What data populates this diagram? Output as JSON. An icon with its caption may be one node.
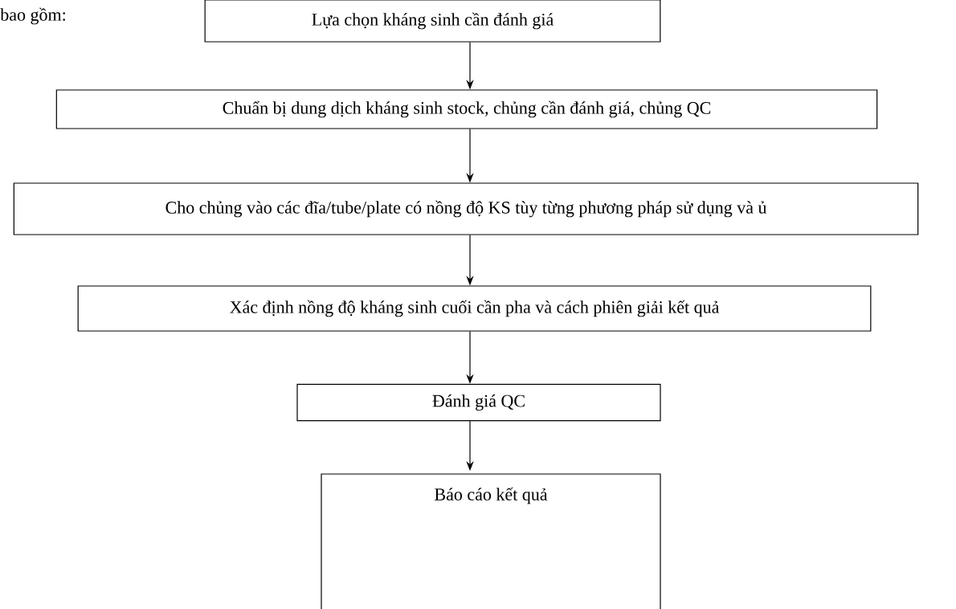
{
  "diagram": {
    "nodes": [
      {
        "text": [
          "Lựa chọn kháng sinh cần đánh giá"
        ]
      },
      {
        "text": [
          "Chuẩn bị dung dịch kháng sinh stock, chủng cần đánh giá, chủng QC"
        ]
      },
      {
        "text": [
          "Cho chủng vào các đĩa/tube/plate có nồng độ KS tùy từng phương pháp sử dụng và ủ"
        ]
      },
      {
        "text": [
          "Xác định nồng độ kháng sinh cuối cần pha và cách phiên giải kết quả"
        ]
      },
      {
        "text": [
          "Đánh giá QC"
        ]
      },
      {
        "text": [
          "Báo cáo kết quả"
        ]
      }
    ],
    "edges": [
      {
        "from": 0,
        "to": 1,
        "arrow": "to"
      },
      {
        "from": 1,
        "to": 2,
        "arrow": "to"
      },
      {
        "from": 2,
        "to": 3,
        "arrow": "to"
      },
      {
        "from": 3,
        "to": 4,
        "arrow": "to"
      },
      {
        "from": 4,
        "to": 5,
        "arrow": "to"
      }
    ],
    "labels": [
      "bao gồm:"
    ]
  }
}
